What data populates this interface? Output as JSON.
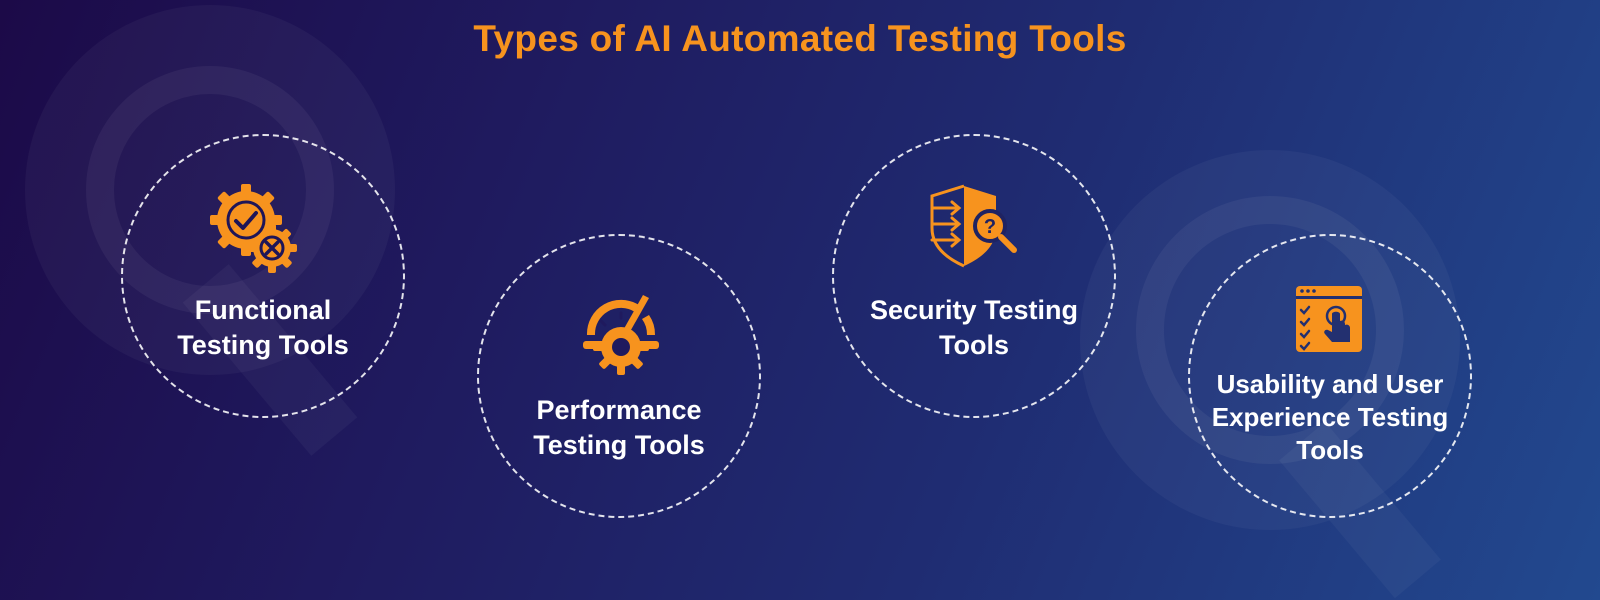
{
  "title": "Types of AI Automated Testing Tools",
  "colors": {
    "accent": "#f7931e",
    "text": "#ffffff",
    "background_start": "#1c0a48",
    "background_end": "#22498f"
  },
  "items": [
    {
      "icon": "gears-check-cross-icon",
      "lines": [
        "Functional",
        "Testing Tools"
      ]
    },
    {
      "icon": "speedometer-gear-icon",
      "lines": [
        "Performance",
        "Testing Tools"
      ]
    },
    {
      "icon": "shield-magnifier-icon",
      "lines": [
        "Security Testing",
        "Tools"
      ]
    },
    {
      "icon": "browser-checklist-touch-icon",
      "lines": [
        "Usability and User",
        "Experience Testing",
        "Tools"
      ]
    }
  ]
}
